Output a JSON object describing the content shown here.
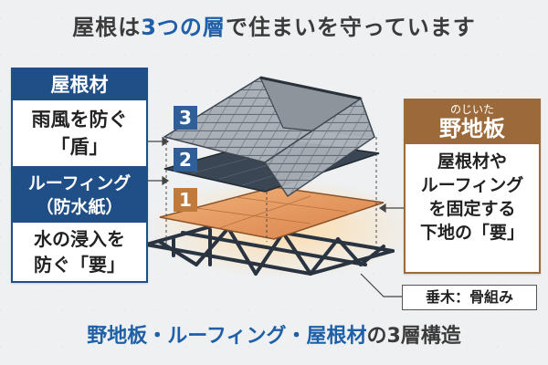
{
  "title": {
    "part1": "屋根は",
    "highlight": "3つの層",
    "part2": "で住まいを守っています"
  },
  "layers": {
    "roofing": {
      "number": "3",
      "heading": "屋根材",
      "line1": "雨風を防ぐ",
      "line2": "「盾」"
    },
    "roofing_felt": {
      "number": "2",
      "heading_line1": "ルーフィング",
      "heading_line2": "（防水紙）",
      "line1": "水の浸入を",
      "line2": "防ぐ「要」"
    },
    "sheathing": {
      "number": "1",
      "ruby": "のじいた",
      "heading": "野地板",
      "line1": "屋根材や",
      "line2": "ルーフィング",
      "line3": "を固定する",
      "line4": "下地の「要」"
    }
  },
  "rafter_label": "垂木：骨組み",
  "bottom_title": {
    "part1": "野地板",
    "sep1": "・",
    "part2": "ルーフィング",
    "sep2": "・",
    "part3": "屋根材",
    "part4": "の3層構造"
  },
  "colors": {
    "blue": "#1f4f86",
    "brown": "#9c6a3a",
    "highlight_blue": "#1f5fa8",
    "wood": "#e0955a",
    "frame": "#2a3440"
  }
}
